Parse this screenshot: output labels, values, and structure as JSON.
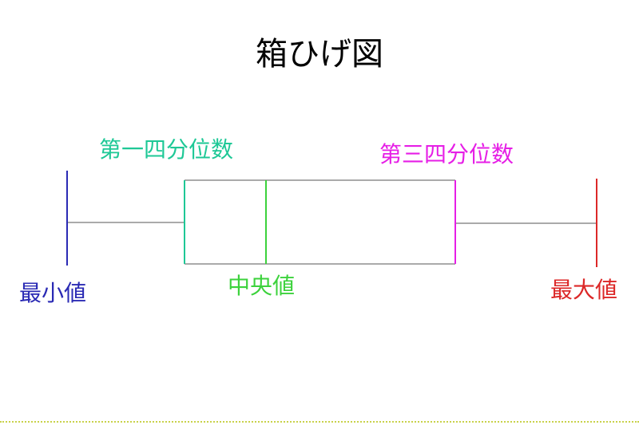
{
  "diagram": {
    "title": "箱ひげ図",
    "labels": {
      "min": "最小値",
      "q1": "第一四分位数",
      "median": "中央値",
      "q3": "第三四分位数",
      "max": "最大値"
    },
    "colors": {
      "title": "#000000",
      "min": "#2a2ab4",
      "q1": "#1ec896",
      "median": "#3cd23c",
      "q3": "#e61ee6",
      "max": "#dc2828",
      "box": "#555555",
      "whisker": "#555555",
      "bottom_border": "#c9d24a"
    }
  }
}
